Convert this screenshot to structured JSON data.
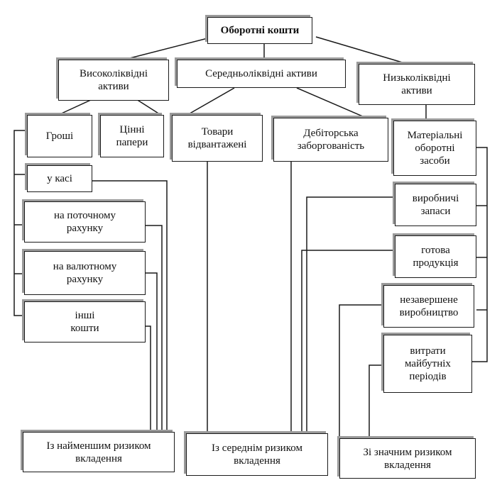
{
  "root": "Оборотні кошти",
  "groups": {
    "high": "Високоліквідні\nактиви",
    "medium": "Середньоліквідні активи",
    "low": "Низьколіквідні\nактиви"
  },
  "high_items": {
    "money": "Гроші",
    "securities": "Цінні\nпапери",
    "cash": "у касі",
    "current_account": "на поточному\nрахунку",
    "currency_account": "на валютному\nрахунку",
    "other_funds": "інші\nкошти"
  },
  "medium_items": {
    "goods_shipped": "Товари\nвідвантажені",
    "receivables": "Дебіторська\nзаборгованість"
  },
  "low_items": {
    "material_assets": "Матеріальні\nоборотні\nзасоби",
    "production_stocks": "виробничі\nзапаси",
    "finished_products": "готова\nпродукція",
    "work_in_progress": "незавершене\nвиробництво",
    "future_expenses": "витрати\nмайбутніх\nперіодів"
  },
  "risk": {
    "lowest": "Із найменшим ризиком\nвкладення",
    "medium": "Із середнім ризиком\nвкладення",
    "significant": "Зі значним ризиком\nвкладення"
  }
}
